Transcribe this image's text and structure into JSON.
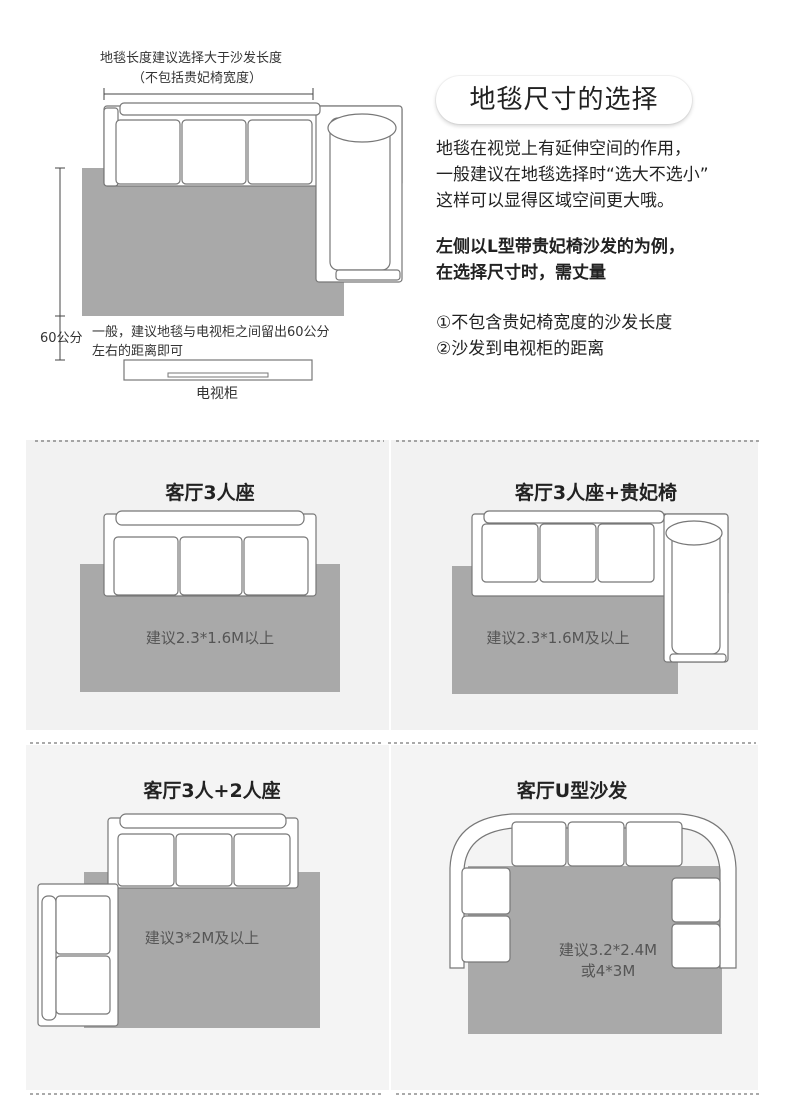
{
  "top": {
    "length_note_line1": "地毯长度建议选择大于沙发长度",
    "length_note_line2": "（不包括贵妃椅宽度）",
    "depth_label": "60公分",
    "distance_note_line1": "一般，建议地毯与电视柜之间留出60公分",
    "distance_note_line2": "左右的距离即可",
    "tv_cabinet_label": "电视柜"
  },
  "intro": {
    "title": "地毯尺寸的选择",
    "para1": [
      "地毯在视觉上有延伸空间的作用，",
      "一般建议在地毯选择时“选大不选小”",
      "这样可以显得区域空间更大哦。"
    ],
    "para2": [
      "左侧以L型带贵妃椅沙发的为例，",
      "在选择尺寸时，需丈量"
    ],
    "points": [
      "①不包含贵妃椅宽度的沙发长度",
      "②沙发到电视柜的距离"
    ]
  },
  "panels": [
    {
      "title": "客厅3人座",
      "recommendation_lines": [
        "建议2.3*1.6M以上"
      ]
    },
    {
      "title": "客厅3人座+贵妃椅",
      "recommendation_lines": [
        "建议2.3*1.6M及以上"
      ]
    },
    {
      "title": "客厅3人+2人座",
      "recommendation_lines": [
        "建议3*2M及以上"
      ]
    },
    {
      "title": "客厅U型沙发",
      "recommendation_lines": [
        "建议3.2*2.4M",
        "或4*3M"
      ]
    }
  ],
  "colors": {
    "rug": "#a9a9a9",
    "sofa_fill": "#ffffff",
    "sofa_stroke": "#777777",
    "panel_bg": "#f2f2f2",
    "divider": "#555555"
  }
}
